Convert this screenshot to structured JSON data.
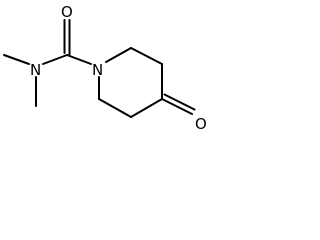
{
  "molecule": {
    "atoms": {
      "carbonyl_oxygen_top": "O",
      "amide_nitrogen": "N",
      "ring_nitrogen": "N",
      "ketone_oxygen": "O"
    }
  }
}
